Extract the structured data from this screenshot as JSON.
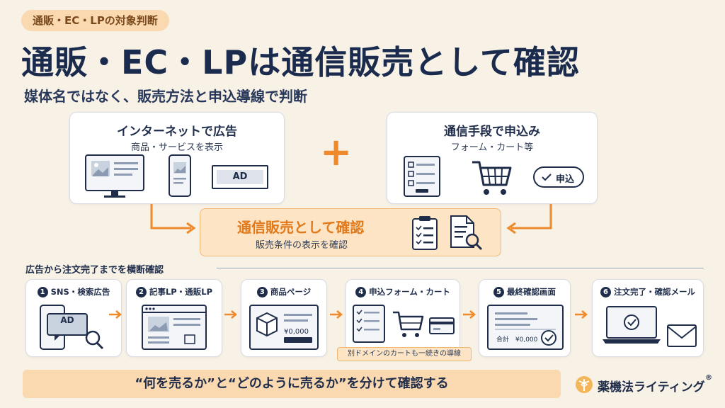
{
  "header": {
    "tag": "通販・EC・LPの対象判断",
    "title": "通販・EC・LPは通信販売として確認",
    "subtitle": "媒体名ではなく、販売方法と申込導線で判断"
  },
  "left_card": {
    "title": "インターネットで広告",
    "subtitle": "商品・サービスを表示",
    "ad_label": "AD"
  },
  "plus_symbol": "+",
  "right_card": {
    "title": "通信手段で申込み",
    "subtitle": "フォーム・カート等",
    "apply_button": "申込"
  },
  "center_card": {
    "title": "通信販売として確認",
    "subtitle": "販売条件の表示を確認"
  },
  "flow": {
    "label": "広告から注文完了までを横断確認",
    "steps": [
      {
        "num": "1",
        "label": "SNS・検索広告",
        "inner": "AD"
      },
      {
        "num": "2",
        "label": "記事LP・通販LP"
      },
      {
        "num": "3",
        "label": "商品ページ",
        "price": "¥0,000"
      },
      {
        "num": "4",
        "label": "申込フォーム・カート"
      },
      {
        "num": "5",
        "label": "最終確認画面",
        "total_label": "合計",
        "total_value": "¥0,000"
      },
      {
        "num": "6",
        "label": "注文完了・確認メール"
      }
    ],
    "note": "別ドメインのカートも一続きの導線"
  },
  "footer": {
    "message": "“何を売るか”と“どのように売るか”を分けて確認する",
    "logo": "薬機法ライティング",
    "logo_mark": "®"
  },
  "colors": {
    "accent": "#ee8a2b",
    "navy": "#1f2d4a",
    "background": "#f7f1e6",
    "highlight": "#fde4c4"
  }
}
